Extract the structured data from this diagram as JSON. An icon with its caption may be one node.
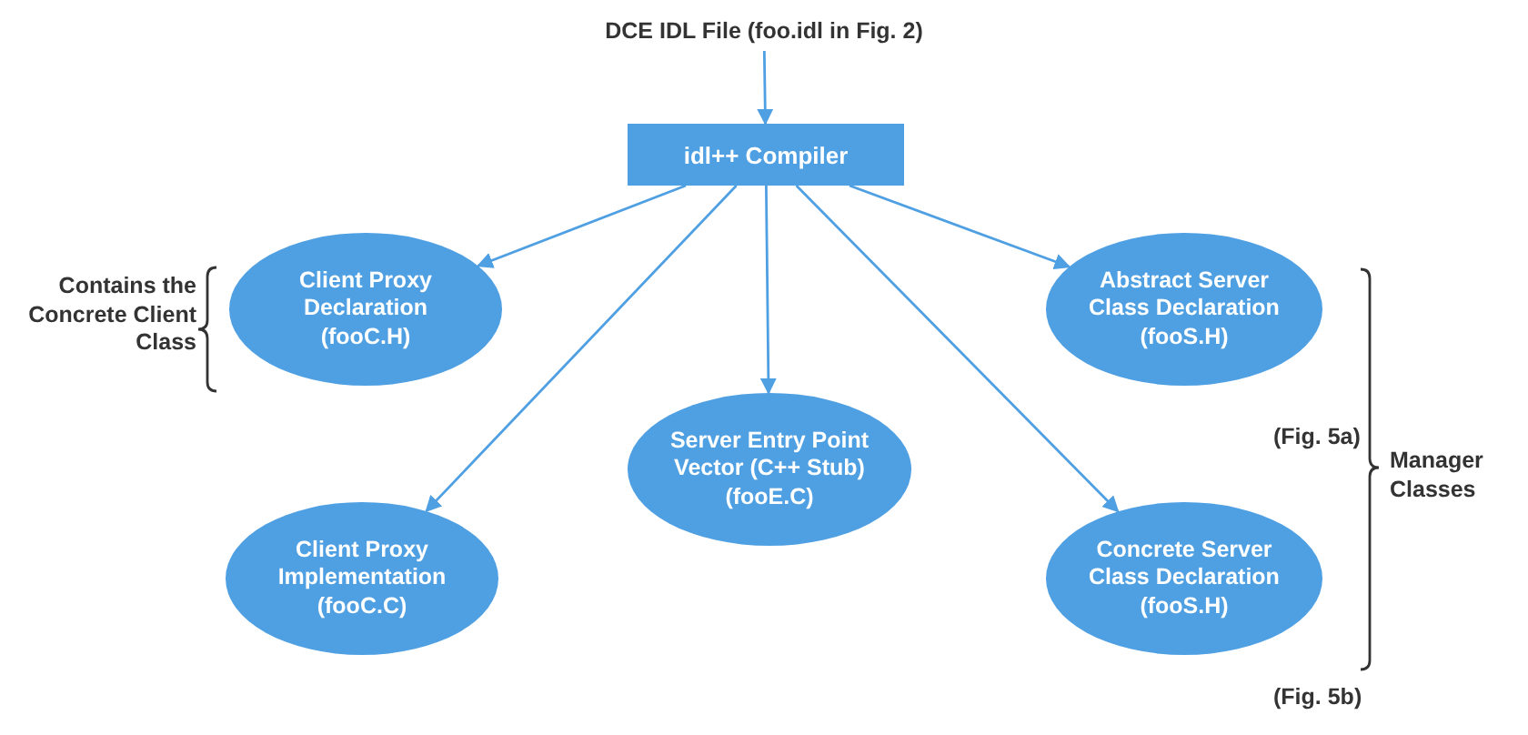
{
  "diagram": {
    "nodes": [
      {
        "text": [
          "DCE IDL File (foo.idl in Fig. 2)"
        ]
      },
      {
        "text": [
          "idl++ Compiler"
        ]
      },
      {
        "text": [
          "Client Proxy Declaration (fooC.H)"
        ]
      },
      {
        "text": [
          "Abstract Server Class Declaration (fooS.H)"
        ]
      },
      {
        "text": [
          "Server Entry Point Vector (C++ Stub) (fooE.C)"
        ]
      },
      {
        "text": [
          "Client Proxy Implementation (fooC.C)"
        ]
      },
      {
        "text": [
          "Concrete Server Class Declaration (fooS.H)"
        ]
      }
    ],
    "edges": [
      {
        "from": 0,
        "to": 1,
        "arrow": "to"
      },
      {
        "from": 1,
        "to": 2,
        "arrow": "to"
      },
      {
        "from": 1,
        "to": 3,
        "arrow": "to"
      },
      {
        "from": 1,
        "to": 4,
        "arrow": "to"
      },
      {
        "from": 1,
        "to": 5,
        "arrow": "to"
      },
      {
        "from": 1,
        "to": 6,
        "arrow": "to"
      }
    ],
    "labels": [
      "Contains the Concrete Client Class",
      "(Fig. 5a)",
      "Manager Classes",
      "(Fig. 5b)"
    ]
  }
}
